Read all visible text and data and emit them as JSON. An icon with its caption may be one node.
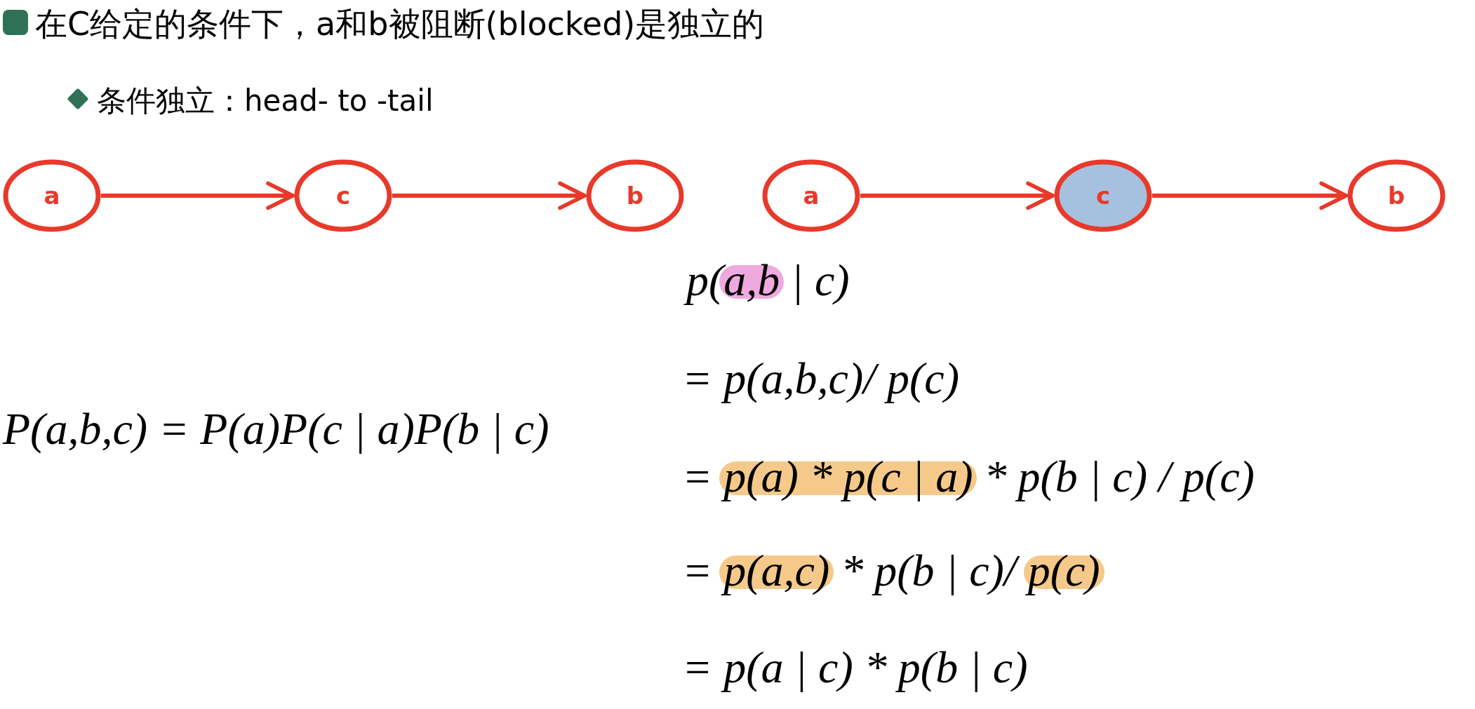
{
  "diagram": {
    "title": "在C给定的条件下，a和b被阻断(blocked)是独立的",
    "nodes": [
      {
        "text": [
          "a"
        ]
      },
      {
        "text": [
          "c"
        ]
      },
      {
        "text": [
          "b"
        ]
      },
      {
        "text": [
          "a"
        ]
      },
      {
        "text": [
          "c"
        ]
      },
      {
        "text": [
          "b"
        ]
      }
    ],
    "edges": [
      {
        "from": 0,
        "to": 1,
        "arrow": "to"
      },
      {
        "from": 1,
        "to": 2,
        "arrow": "to"
      },
      {
        "from": 3,
        "to": 4,
        "arrow": "to"
      },
      {
        "from": 4,
        "to": 5,
        "arrow": "to"
      }
    ],
    "labels": [
      "条件独立：head- to -tail",
      "P(a,b,c) = P(a)P(c | a)P(b | c)",
      "p(a,b | c)",
      "= p(a,b,c)/ p(c)",
      "= p(a) * p(c | a) * p(b | c) / p(c)",
      "= p(a,c) * p(b | c)/ p(c)",
      "= p(a | c) * p(b | c)"
    ]
  }
}
